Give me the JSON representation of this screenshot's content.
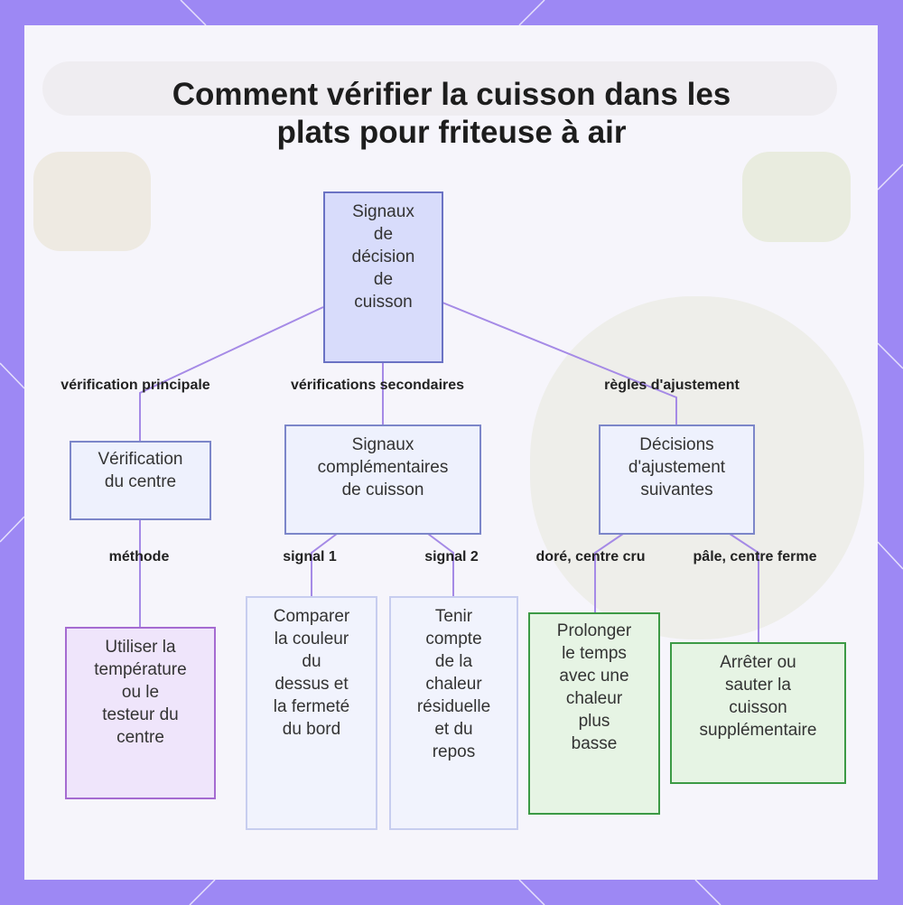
{
  "title_line1": "Comment vérifier la cuisson dans les",
  "title_line2": "plats pour friteuse à air",
  "nodes": {
    "root": "Signaux\nde\ndécision\nde\ncuisson",
    "center_check": "Vérification\ndu centre",
    "complementary": "Signaux\ncomplémentaires\nde cuisson",
    "adjustments": "Décisions\nd'ajustement\nsuivantes",
    "thermometer": "Utiliser la\ntempérature\nou le\ntesteur du\ncentre",
    "color_firmness": "Comparer\nla couleur\ndu\ndessus et\nla fermeté\ndu bord",
    "residual_heat": "Tenir\ncompte\nde la\nchaleur\nrésiduelle\net du\nrepos",
    "extend_time": "Prolonger\nle temps\navec une\nchaleur\nplus\nbasse",
    "stop_cooking": "Arrêter ou\nsauter la\ncuisson\nsupplémentaire"
  },
  "edges": {
    "main_check": "vérification principale",
    "secondary_checks": "vérifications secondaires",
    "adjust_rules": "règles d'ajustement",
    "method": "méthode",
    "signal1": "signal 1",
    "signal2": "signal 2",
    "golden_raw": "doré, centre cru",
    "pale_firm": "pâle, centre ferme"
  },
  "colors": {
    "frame": "#9d88f4",
    "connector": "#a58ae6",
    "root_fill": "#d8dcfb",
    "leaf_purple_border": "#a56bd1",
    "leaf_green_border": "#3c9a45"
  }
}
